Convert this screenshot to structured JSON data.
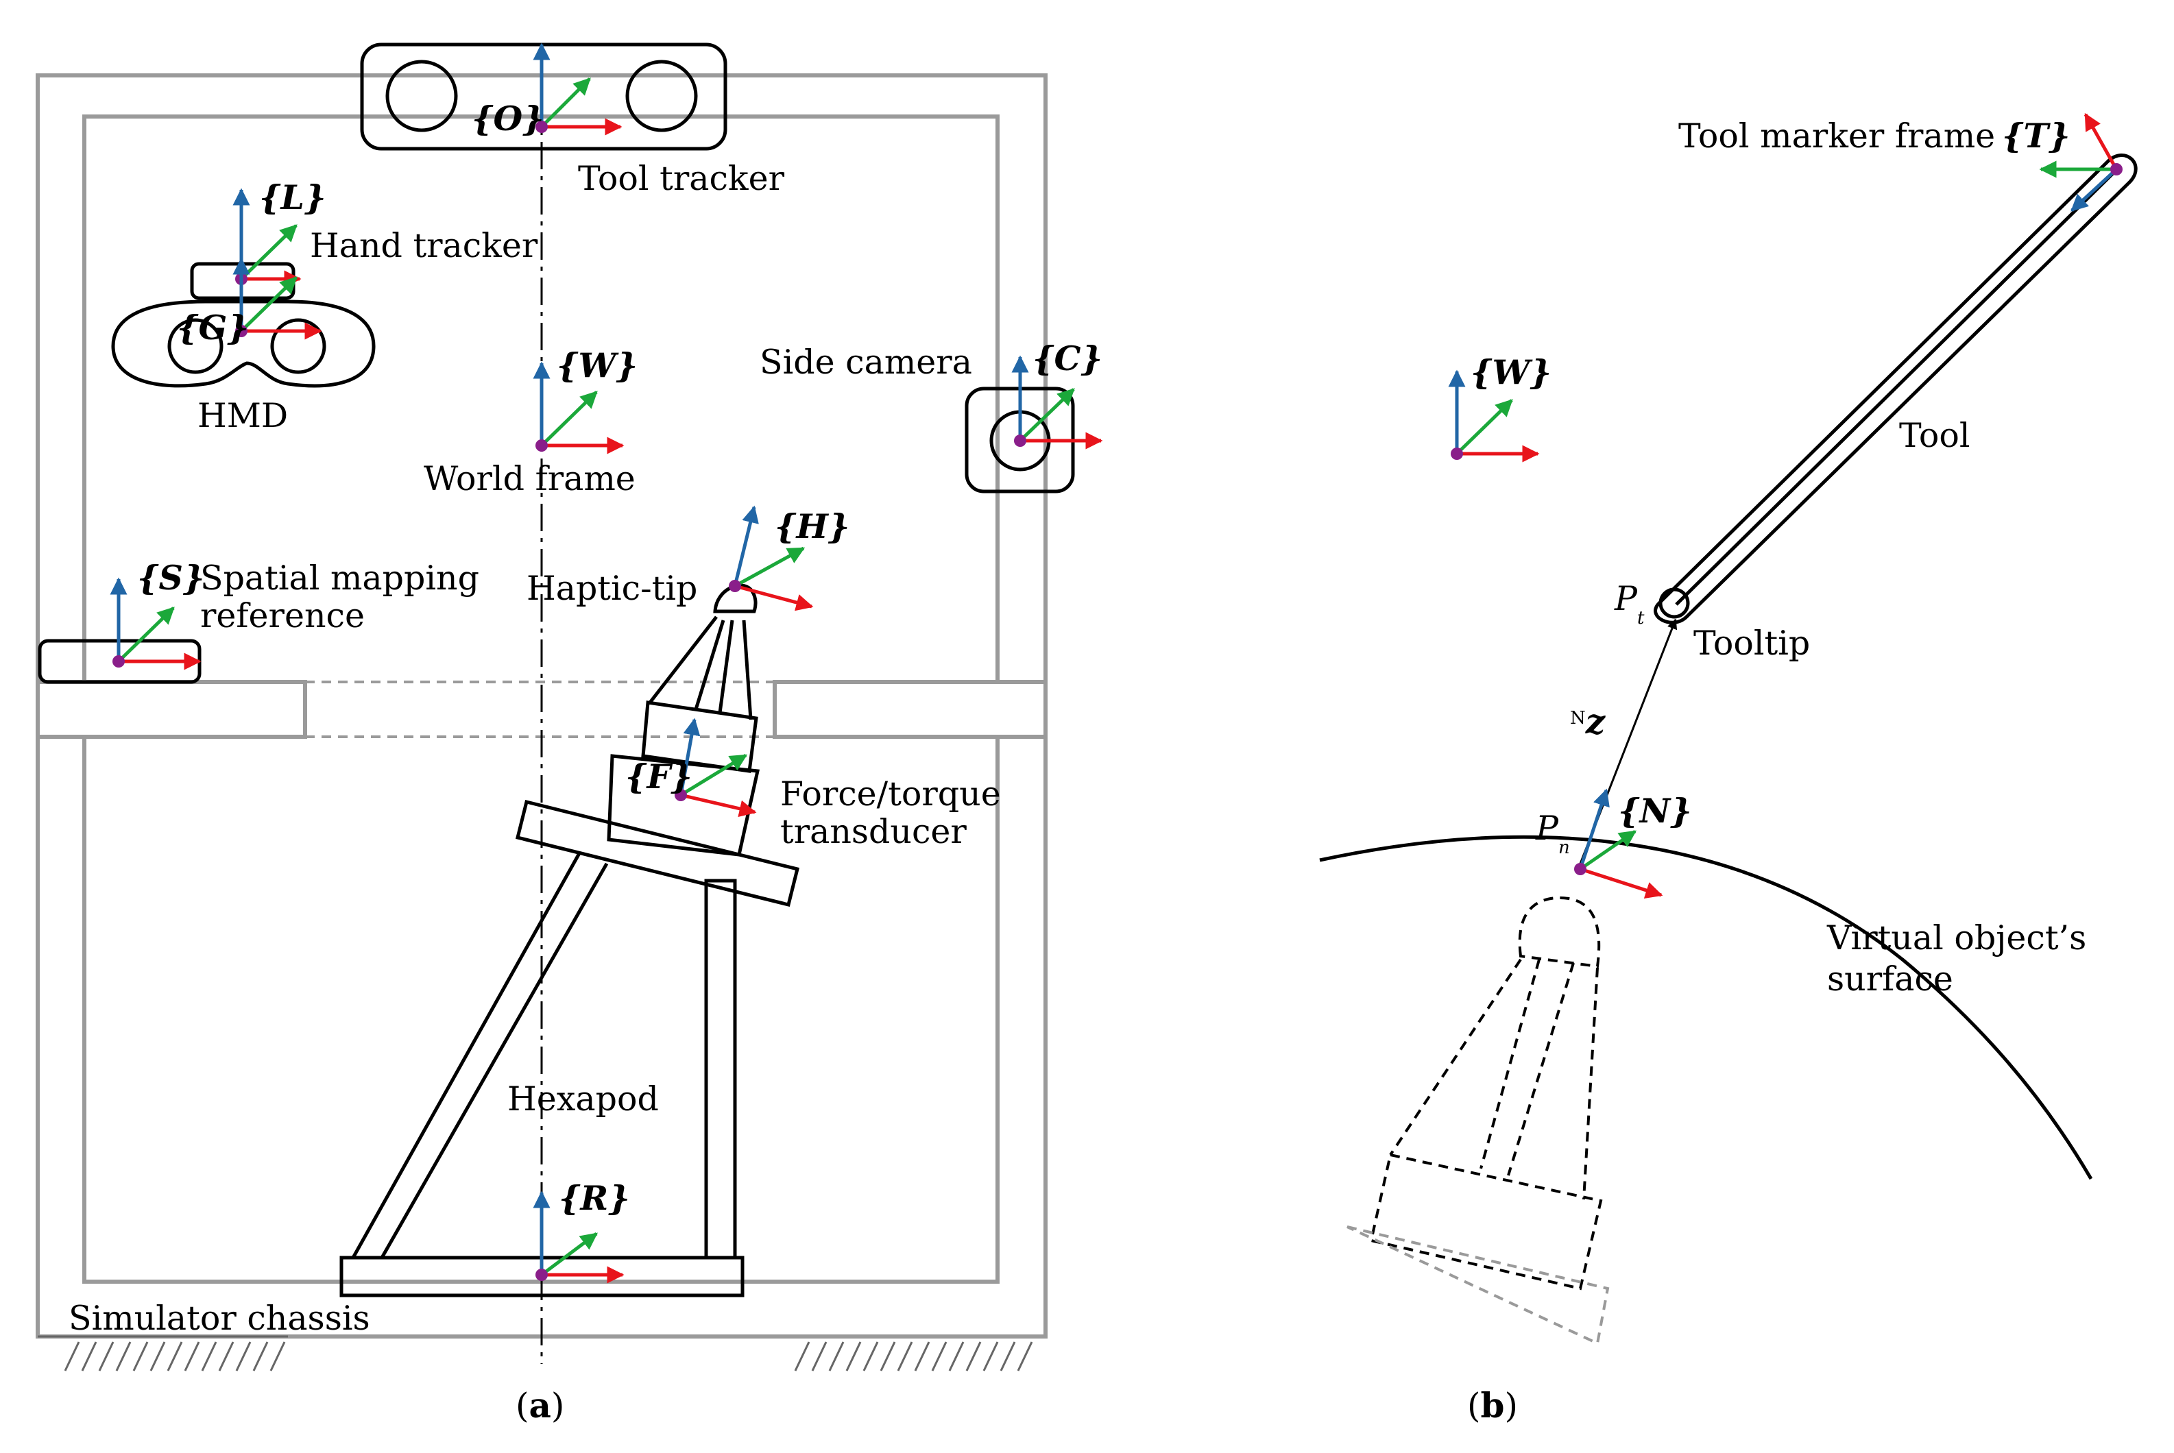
{
  "colors": {
    "x_axis": "#e8141b",
    "y_axis": "#1ba83a",
    "z_axis": "#2166a6",
    "origin": "#8a1e8a",
    "chassis": "#9a9a9a"
  },
  "panel_a": {
    "caption": "(a)",
    "frames": {
      "O": "{O}",
      "L": "{L}",
      "G": "{G}",
      "W": "{W}",
      "C": "{C}",
      "S": "{S}",
      "H": "{H}",
      "F": "{F}",
      "R": "{R}"
    },
    "labels": {
      "tool_tracker": "Tool tracker",
      "hand_tracker": "Hand tracker",
      "hmd": "HMD",
      "world_frame": "World frame",
      "side_camera": "Side camera",
      "spatial_mapping_1": "Spatial mapping",
      "spatial_mapping_2": "reference",
      "haptic_tip": "Haptic-tip",
      "force_torque_1": "Force/torque",
      "force_torque_2": "transducer",
      "hexapod": "Hexapod",
      "simulator_chassis": "Simulator chassis"
    }
  },
  "panel_b": {
    "caption": "(b)",
    "frames": {
      "T": "{T}",
      "W": "{W}",
      "N": "{N}"
    },
    "labels": {
      "tool_marker_frame": "Tool marker frame",
      "tool": "Tool",
      "tooltip": "Tooltip",
      "pt_main": "P",
      "pt_sub": "t",
      "pn_main": "P",
      "pn_sub": "n",
      "nz_sup": "N",
      "nz_main": "z",
      "surface_1": "Virtual object’s",
      "surface_2": "surface"
    }
  }
}
